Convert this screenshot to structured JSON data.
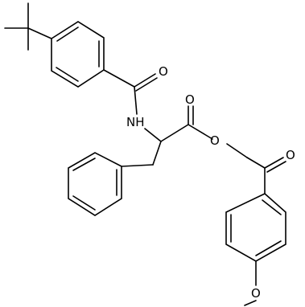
{
  "molecule": {
    "labels": {
      "carbonyl_oxygen_amide": "O",
      "amide_nitrogen": "NH",
      "carbonyl_oxygen_ester": "O",
      "ester_oxygen": "O",
      "ketone_oxygen": "O",
      "ether_oxygen": "O"
    }
  },
  "colors": {
    "bond": "#000000",
    "text": "#000000",
    "background": "#ffffff"
  }
}
